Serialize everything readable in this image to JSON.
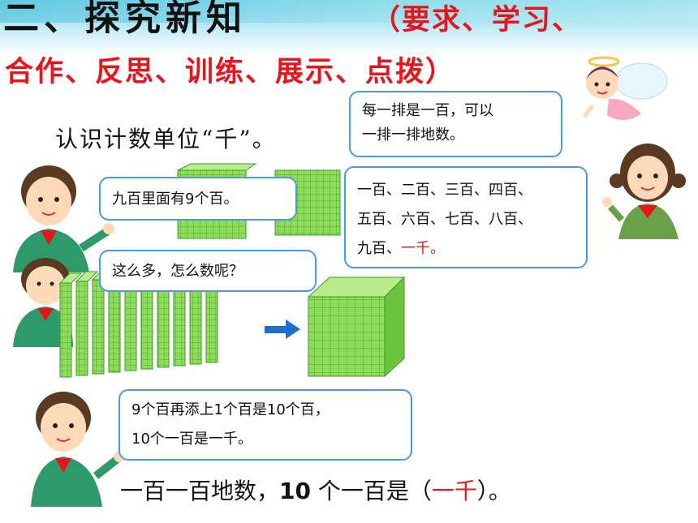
{
  "title": {
    "main": "二、探究新知",
    "sub_line1": "（要求、学习、",
    "sub_line2": "合作、反思、训练、展示、点拨）"
  },
  "heading": "认识计数单位“千”。",
  "bubbles": {
    "angel": {
      "line1": "每一排是一百，可以",
      "line2": "一排一排地数。"
    },
    "girl": {
      "line1": "一百、二百、三百、四百、",
      "line2": "五百、六百、七百、八百、",
      "line3_pre": "九百、",
      "line3_red": "一千。"
    },
    "boy1": "九百里面有9个百。",
    "boy2": "这么多，怎么数呢？",
    "boy3": {
      "line1": "9个百再添上1个百是10个百，",
      "line2": "10个一百是一千。"
    }
  },
  "footer": {
    "pre": "一百一百地数，",
    "num": "10",
    "mid": " 个一百是（",
    "answer": "一千",
    "post": "）。"
  },
  "colors": {
    "accent": "#4a9ae0",
    "red": "#e8141c",
    "cube_green": "#8fdc5a"
  }
}
